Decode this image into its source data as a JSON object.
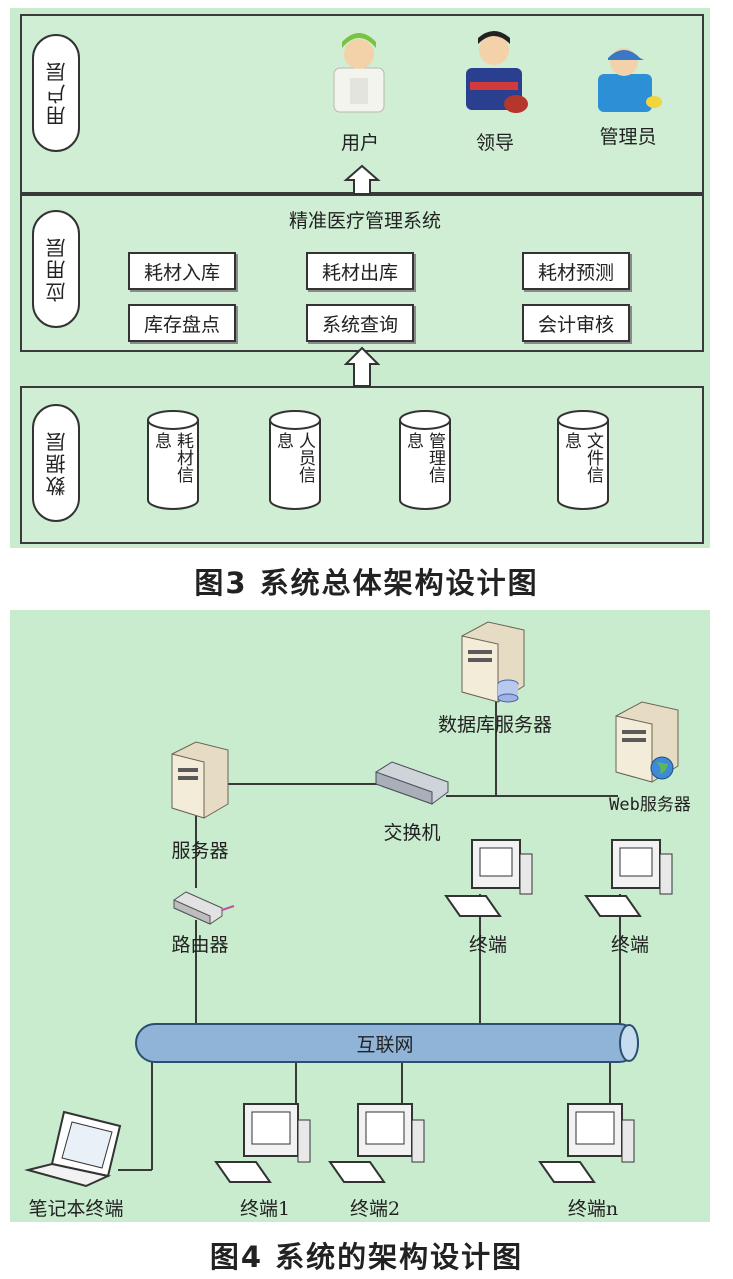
{
  "fig3": {
    "layers": {
      "user_label": "用户层",
      "app_label": "应用层",
      "data_label": "数据层"
    },
    "users": [
      "用户",
      "领导",
      "管理员"
    ],
    "system_title": "精准医疗管理系统",
    "modules": [
      "耗材入库",
      "耗材出库",
      "耗材预测",
      "库存盘点",
      "系统查询",
      "会计审核"
    ],
    "data_items": [
      "耗材信息",
      "人员信息",
      "管理信息",
      "文件信息"
    ],
    "caption": "图3   系统总体架构设计图"
  },
  "fig4": {
    "db_server": "数据库服务器",
    "web_server": "Web服务器",
    "server": "服务器",
    "switch": "交换机",
    "router": "路由器",
    "terminal_a": "终端",
    "terminal_b": "终端",
    "internet": "互联网",
    "laptop": "笔记本终端",
    "terminal_1": "终端1",
    "terminal_2": "终端2",
    "terminal_n": "终端n",
    "caption": "图4   系统的架构设计图"
  }
}
